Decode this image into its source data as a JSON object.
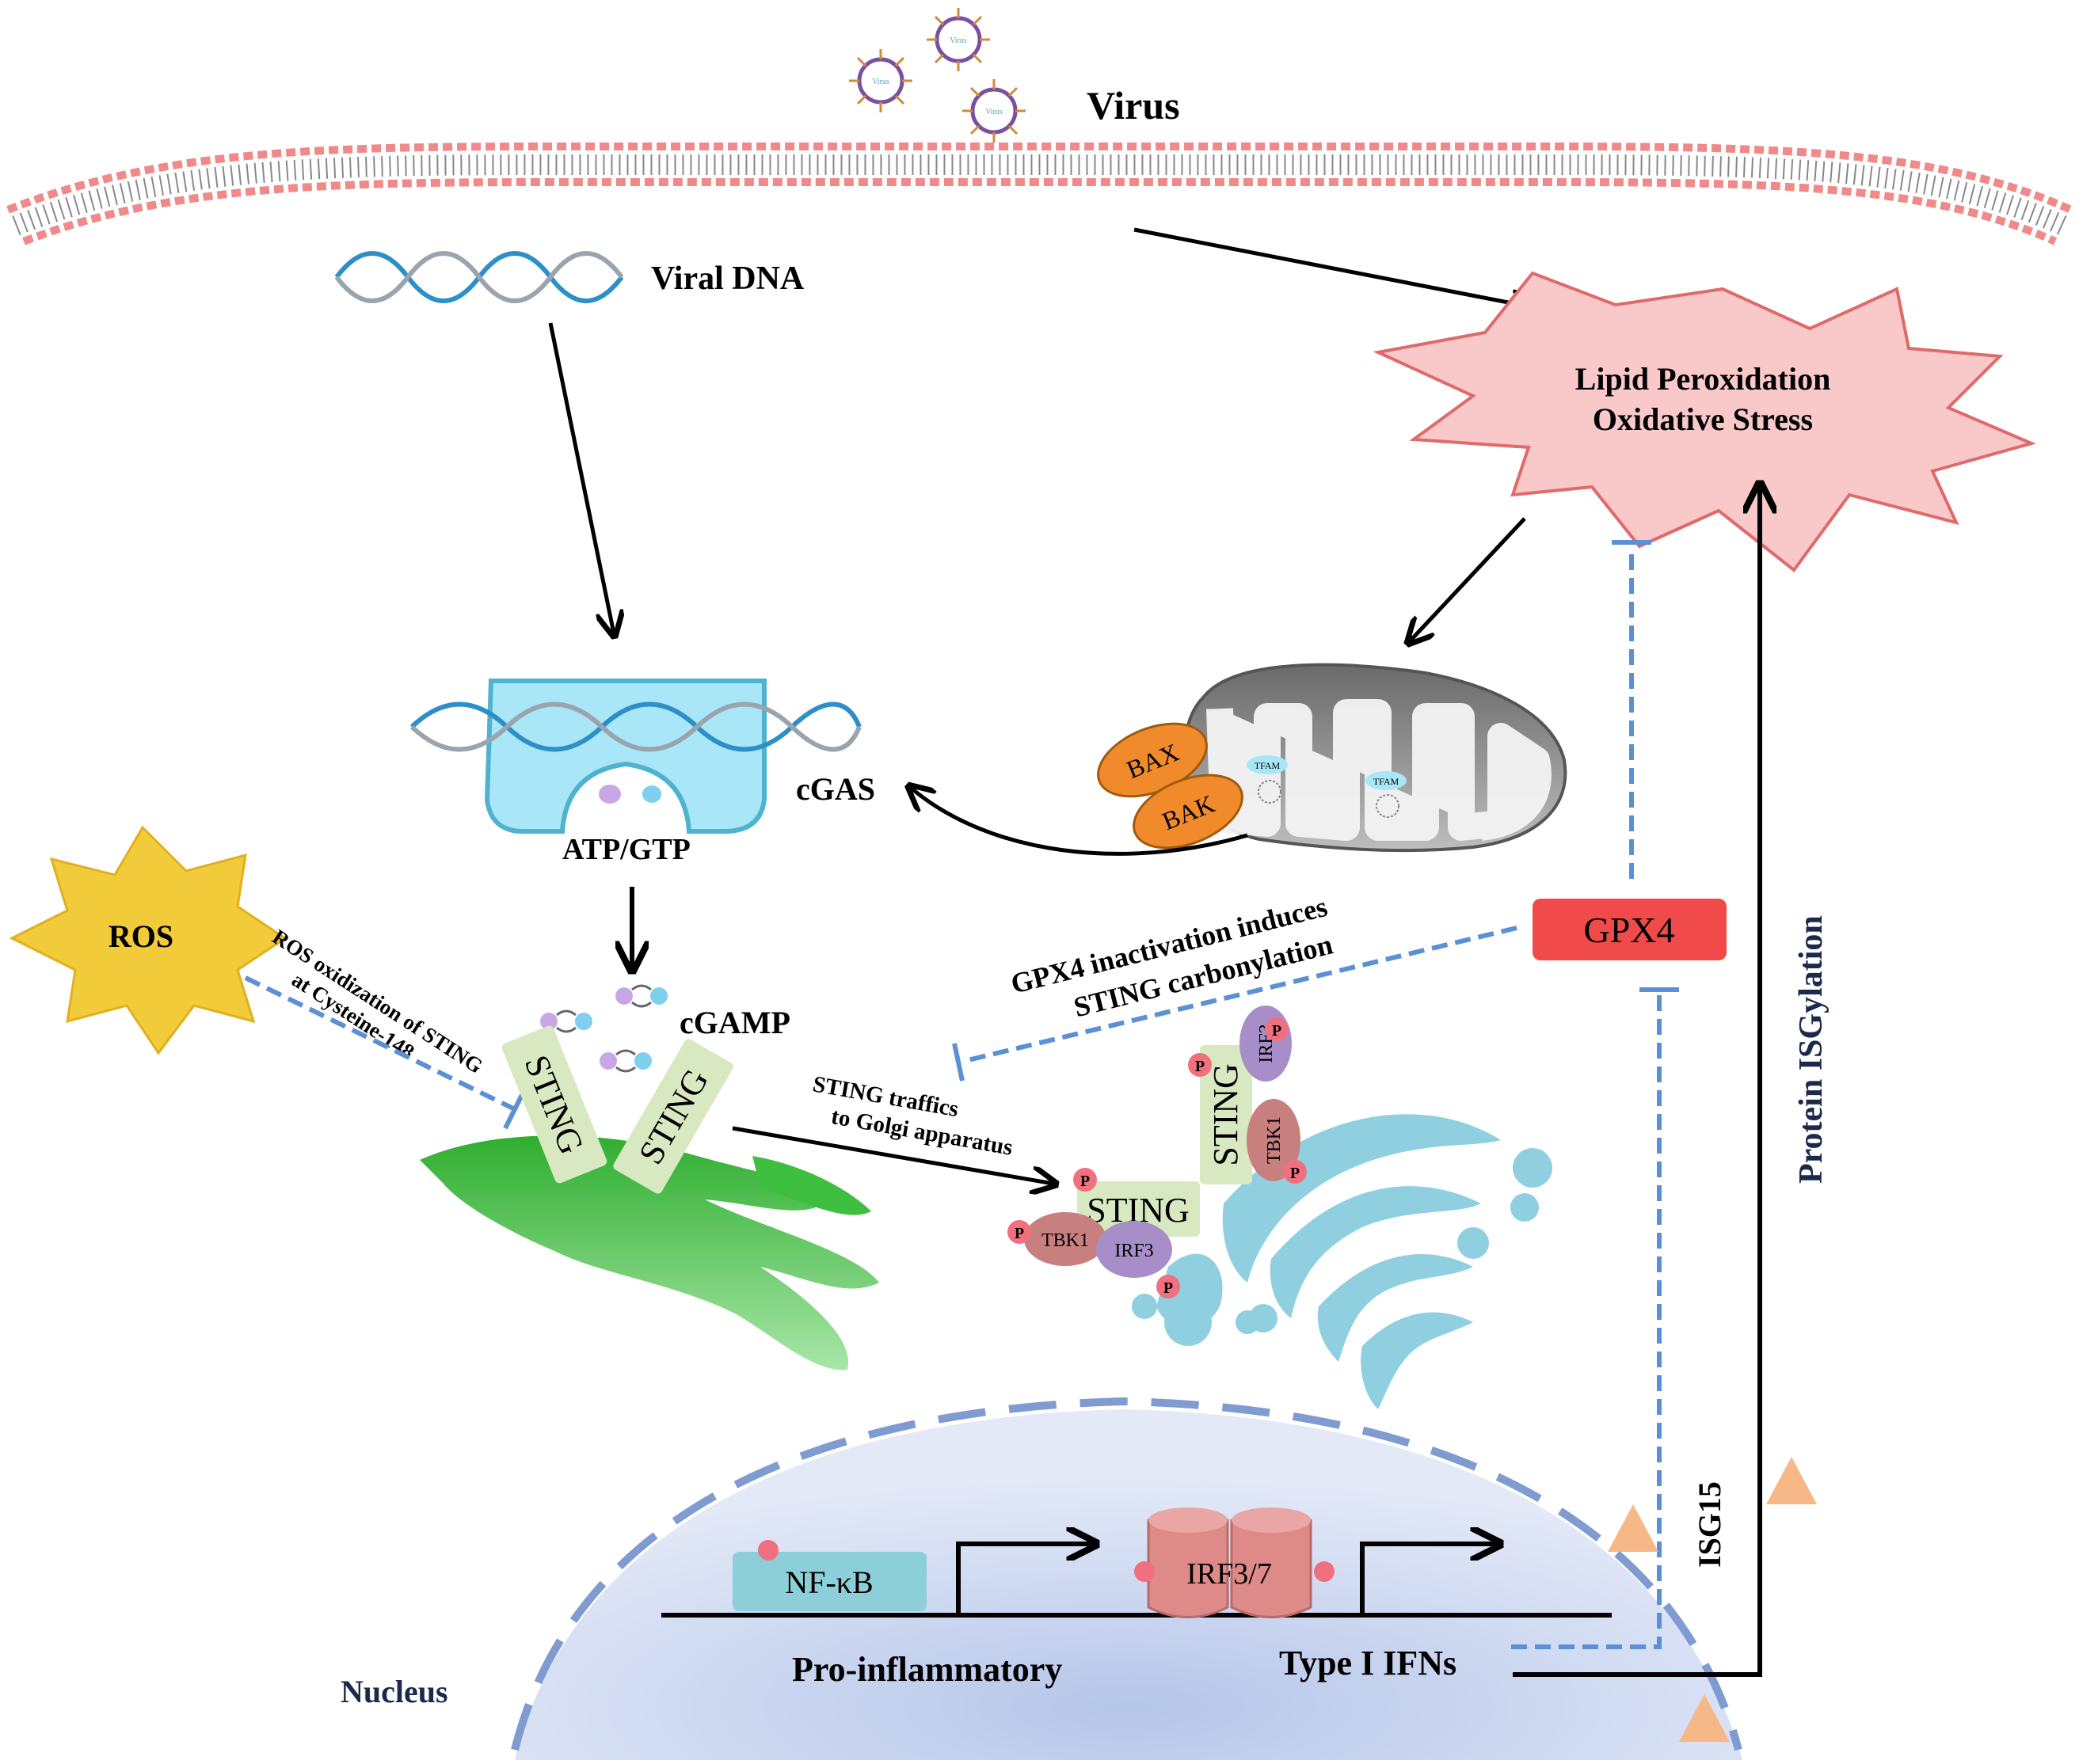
{
  "labels": {
    "virus": "Virus",
    "viral_dna": "Viral DNA",
    "lipid_line1": "Lipid Peroxidation",
    "lipid_line2": "Oxidative Stress",
    "cgas": "cGAS",
    "atp_gtp": "ATP/GTP",
    "cgamp": "cGAMP",
    "ros": "ROS",
    "ros_oxid_line1": "ROS oxidization of STING",
    "ros_oxid_line2": "at Cysteine-148",
    "sting": "STING",
    "gpx4": "GPX4",
    "gpx4_inact_line1": "GPX4 inactivation induces",
    "gpx4_inact_line2": "STING carbonylation",
    "sting_traffic_line1": "STING traffics",
    "sting_traffic_line2": "to Golgi apparatus",
    "tbk1": "TBK1",
    "irf3": "IRF3",
    "p": "P",
    "bax": "BAX",
    "bak": "BAK",
    "tfam": "TFAM",
    "protein_isgylation": "Protein ISGylation",
    "isg15": "ISG15",
    "nfkb": "NF-κB",
    "irf37": "IRF3/7",
    "pro_inflammatory": "Pro-inflammatory",
    "type1_ifns": "Type I  IFNs",
    "nucleus": "Nucleus",
    "virion_text": "Virus"
  },
  "colors": {
    "membrane": "#f08a8a",
    "cgas_fill": "#a8e6f8",
    "er_green": "#3fbf3f",
    "golgi_blue": "#8fcfe0",
    "gpx4_red": "#f04a4a",
    "inhibit_blue": "#5b8fd6",
    "ros_yellow": "#f2cb3a",
    "sting_box": "#d8e8c0",
    "nucleus_blue": "#c9d6ef",
    "triangle_orange": "#f6b886"
  }
}
